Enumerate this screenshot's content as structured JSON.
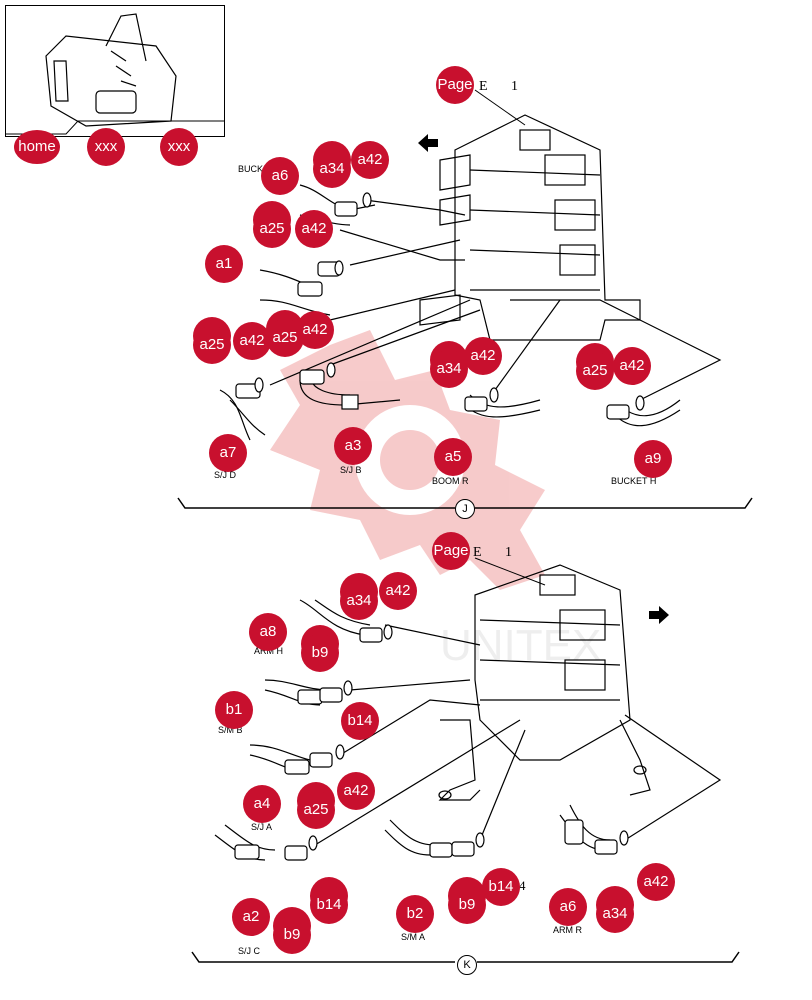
{
  "thumbnail": {
    "home_label": "home",
    "nav_labels": [
      "xxx",
      "xxx"
    ]
  },
  "section_j": {
    "letter": "J",
    "page_label": "Page",
    "page_suffix": "E",
    "page_number": "1",
    "bubbles": [
      "a34",
      "a42",
      "a6",
      "a25",
      "a42",
      "a1",
      "a25",
      "a42",
      "a25",
      "a42",
      "a42",
      "a34",
      "a25",
      "a42",
      "a7",
      "a3",
      "a5",
      "a9"
    ],
    "hose_labels": [
      "BUCK",
      "S/J D",
      "S/J B",
      "BOOM R",
      "BUCKET H"
    ]
  },
  "section_k": {
    "letter": "K",
    "page_label": "Page",
    "page_suffix": "E",
    "page_number": "1",
    "bubbles": [
      "a34",
      "a42",
      "a8",
      "b9",
      "b1",
      "b14",
      "a4",
      "a42",
      "a25",
      "a2",
      "b14",
      "b9",
      "b2",
      "b9",
      "b14",
      "a6",
      "a34",
      "a42"
    ],
    "hose_labels": [
      "ARM H",
      "S/M B",
      "S/J A",
      "S/J C",
      "S/M A",
      "ARM R"
    ],
    "stray_digit": "4"
  },
  "colors": {
    "bubble": "#c8102e",
    "watermark": "#f3b3b3",
    "line": "#000000"
  }
}
